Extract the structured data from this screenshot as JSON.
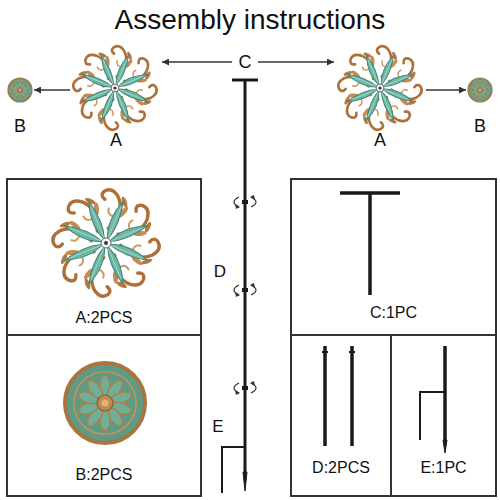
{
  "diagram": {
    "title": "Assembly instructions",
    "nodes": [
      {
        "text": [
          "B"
        ]
      },
      {
        "text": [
          "A"
        ]
      },
      {
        "text": [
          "C"
        ]
      },
      {
        "text": [
          "A"
        ]
      },
      {
        "text": [
          "B"
        ]
      },
      {
        "text": [
          "A:2PCS"
        ]
      },
      {
        "text": [
          "B:2PCS"
        ]
      },
      {
        "text": [
          "C:1PC"
        ]
      },
      {
        "text": [
          "D:2PCS"
        ]
      },
      {
        "text": [
          "E:1PC"
        ]
      }
    ],
    "edges": [
      {
        "from": 1,
        "to": 0,
        "arrow": "to"
      },
      {
        "from": 2,
        "to": 1,
        "arrow": "to"
      },
      {
        "from": 2,
        "to": 3,
        "arrow": "to"
      },
      {
        "from": 3,
        "to": 4,
        "arrow": "to"
      }
    ],
    "labels": [
      "D",
      "E"
    ]
  }
}
